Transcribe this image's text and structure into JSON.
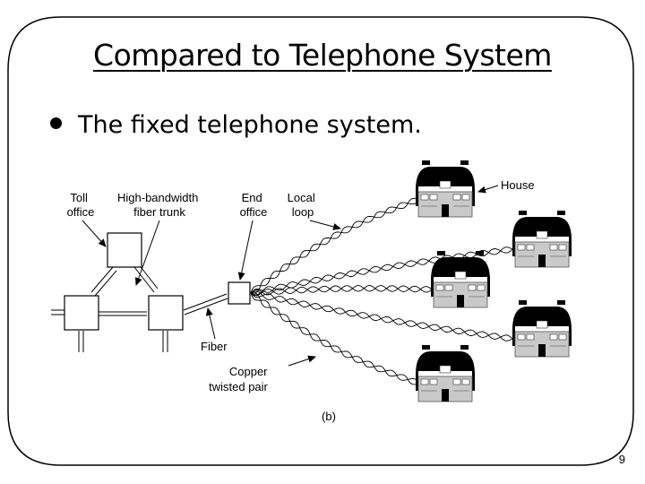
{
  "slide": {
    "title": "Compared to Telephone System",
    "bullet": "The fixed telephone system.",
    "page_number": "9"
  },
  "diagram": {
    "labels": {
      "toll_office": [
        "Toll",
        "office"
      ],
      "fiber_trunk": [
        "High-bandwidth",
        "fiber trunk"
      ],
      "end_office": [
        "End",
        "office"
      ],
      "local_loop": [
        "Local",
        "loop"
      ],
      "house": "House",
      "fiber": "Fiber",
      "copper_twisted_pair": [
        "Copper",
        "twisted pair"
      ],
      "panel": "(b)"
    }
  }
}
